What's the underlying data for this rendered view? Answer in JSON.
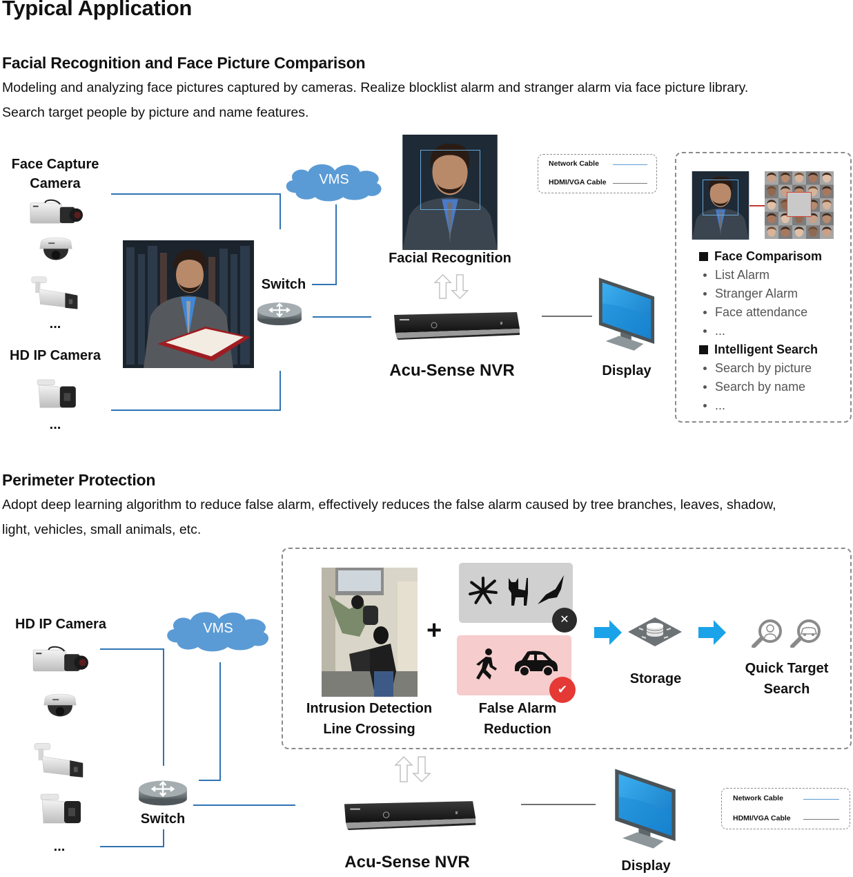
{
  "page_title": "Typical Application",
  "section1": {
    "title": "Facial Recognition and Face Picture Comparison",
    "description_line1": "Modeling and analyzing face pictures captured by cameras. Realize blocklist alarm and stranger alarm via face picture library.",
    "description_line2": "Search target people by picture and name features.",
    "face_capture_label_1": "Face Capture",
    "face_capture_label_2": "Camera",
    "ellipsis": "...",
    "hd_ip_camera_label": "HD IP Camera",
    "vms_label": "VMS",
    "switch_label": "Switch",
    "facial_recognition_label": "Facial Recognition",
    "nvr_label": "Acu-Sense NVR",
    "display_label": "Display",
    "legend": {
      "network": "Network Cable",
      "hdmi": "HDMI/VGA Cable"
    },
    "features": {
      "group1": {
        "title": "Face Comparisom",
        "items": [
          "List Alarm",
          "Stranger Alarm",
          "Face attendance",
          "..."
        ]
      },
      "group2": {
        "title": "Intelligent Search",
        "items": [
          "Search by picture",
          "Search by name",
          "..."
        ]
      }
    }
  },
  "section2": {
    "title": "Perimeter Protection",
    "description_line1": "Adopt deep learning algorithm to reduce false alarm, effectively reduces the false alarm caused by tree branches, leaves, shadow,",
    "description_line2": "light, vehicles, small animals, etc.",
    "hd_ip_camera_label": "HD IP Camera",
    "ellipsis": "...",
    "vms_label": "VMS",
    "switch_label": "Switch",
    "intrusion_label_1": "Intrusion Detection",
    "intrusion_label_2": "Line Crossing",
    "plus": "+",
    "false_alarm_label_1": "False Alarm",
    "false_alarm_label_2": "Reduction",
    "storage_label": "Storage",
    "quick_search_label_1": "Quick Target",
    "quick_search_label_2": "Search",
    "nvr_label": "Acu-Sense NVR",
    "display_label": "Display",
    "legend": {
      "network": "Network Cable",
      "hdmi": "HDMI/VGA Cable"
    }
  },
  "colors": {
    "network_cable": "#2f73b3",
    "hdmi_cable": "#707070",
    "cloud": "#5b9bd5",
    "flow_arrow": "#1aa3e8",
    "rejected_panel": "#d0d0d0",
    "accepted_panel": "#f6cccc",
    "check_badge": "#e53935"
  }
}
